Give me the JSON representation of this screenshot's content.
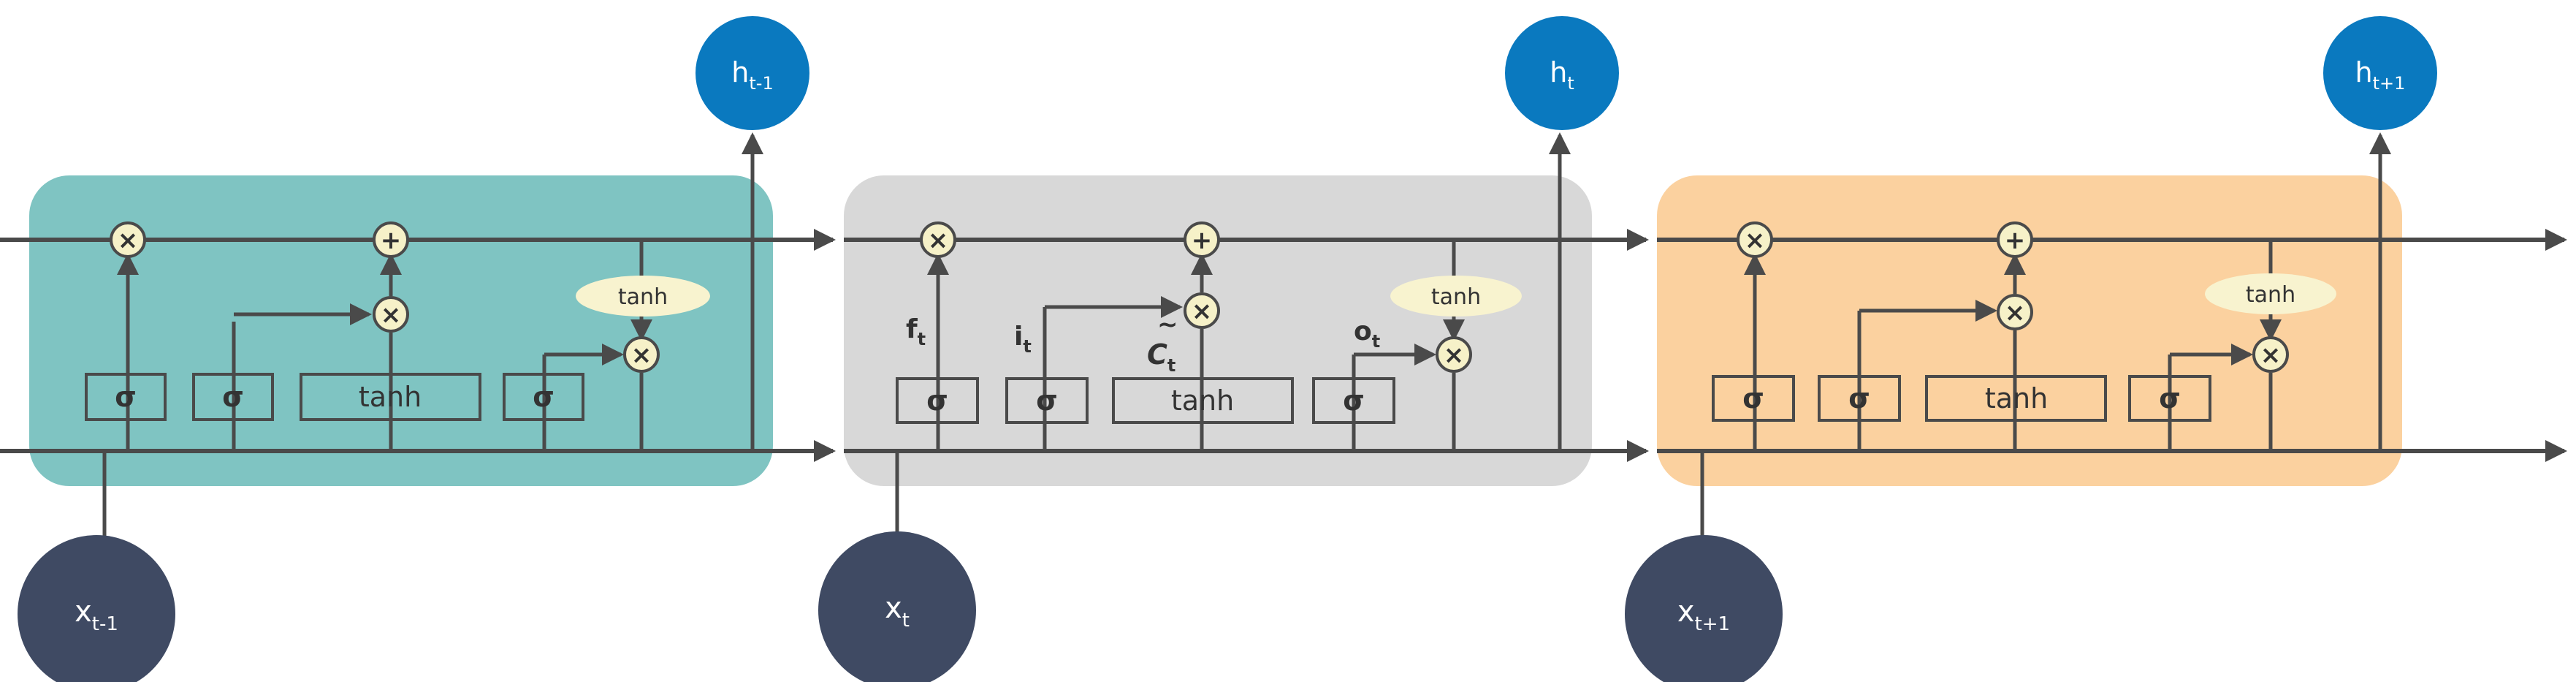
{
  "colors": {
    "cell_prev": "#7fc4c2",
    "cell_curr": "#d8d8d8",
    "cell_next": "#fbd19f",
    "hidden_node": "#0a79bf",
    "input_node": "#3f4a63",
    "op_fill": "#f6f1c8",
    "tanh_pill": "#f8f3cf",
    "line": "#4a4a4a"
  },
  "ops": {
    "multiply": "×",
    "add": "+"
  },
  "gate_labels": {
    "sigma": "σ",
    "tanh_box": "tanh",
    "tanh_output": "tanh"
  },
  "cell_prev": {
    "hidden": {
      "base": "h",
      "sub": "t-1"
    },
    "input": {
      "base": "x",
      "sub": "t-1"
    }
  },
  "cell_curr": {
    "hidden": {
      "base": "h",
      "sub": "t"
    },
    "input": {
      "base": "x",
      "sub": "t"
    },
    "annotations": {
      "forget": {
        "base": "f",
        "sub": "t"
      },
      "input_gate": {
        "base": "i",
        "sub": "t"
      },
      "candidate": {
        "base": "C",
        "mark": "~",
        "sub": "t"
      },
      "output_gate": {
        "base": "o",
        "sub": "t"
      }
    }
  },
  "cell_next": {
    "hidden": {
      "base": "h",
      "sub": "t+1"
    },
    "input": {
      "base": "x",
      "sub": "t+1"
    }
  }
}
